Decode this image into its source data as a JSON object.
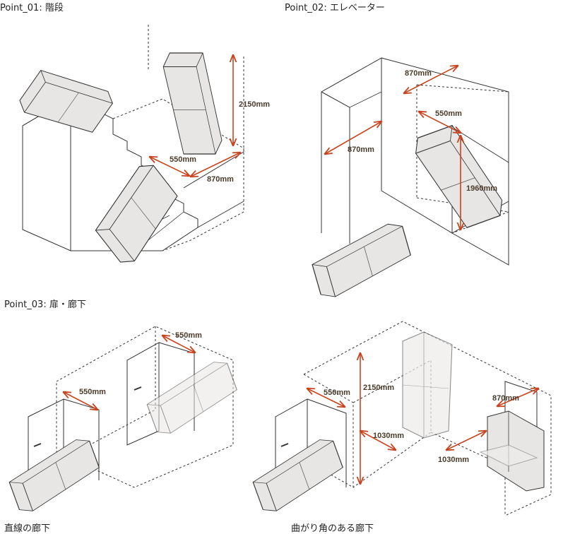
{
  "sections": {
    "p1": {
      "title": "Point_01: 階段",
      "dims": [
        "2150mm",
        "550mm",
        "870mm"
      ]
    },
    "p2": {
      "title": "Point_02: エレベーター",
      "dims": [
        "870mm",
        "550mm",
        "870mm",
        "1960mm"
      ]
    },
    "p3": {
      "title": "Point_03: 扉・廊下",
      "straight": {
        "caption": "直線の廊下",
        "dims": [
          "550mm",
          "550mm"
        ]
      },
      "corner": {
        "caption": "曲がり角のある廊下",
        "dims": [
          "550mm",
          "2150mm",
          "1030mm",
          "1030mm",
          "870mm"
        ]
      }
    }
  },
  "colors": {
    "dimension_arrow": "#c8441e",
    "line": "#333333",
    "sofa_fill": "#e8e6e4"
  }
}
